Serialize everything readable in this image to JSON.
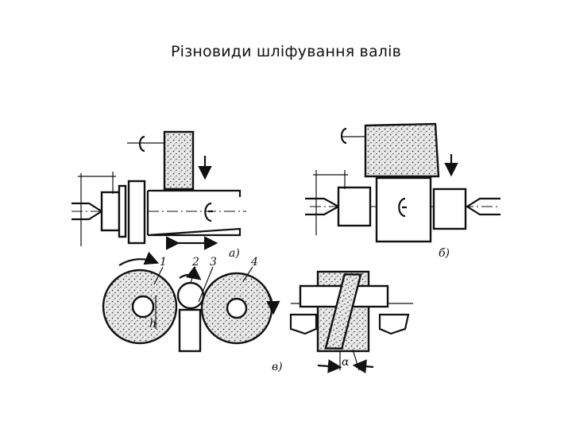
{
  "slide": {
    "title": "Різновиди шліфування валів"
  },
  "figure": {
    "labels": {
      "a": "а)",
      "b": "б)",
      "v": "в)",
      "n1": "1",
      "n2": "2",
      "n3": "3",
      "n4": "4",
      "h": "h",
      "alpha": "α"
    }
  }
}
